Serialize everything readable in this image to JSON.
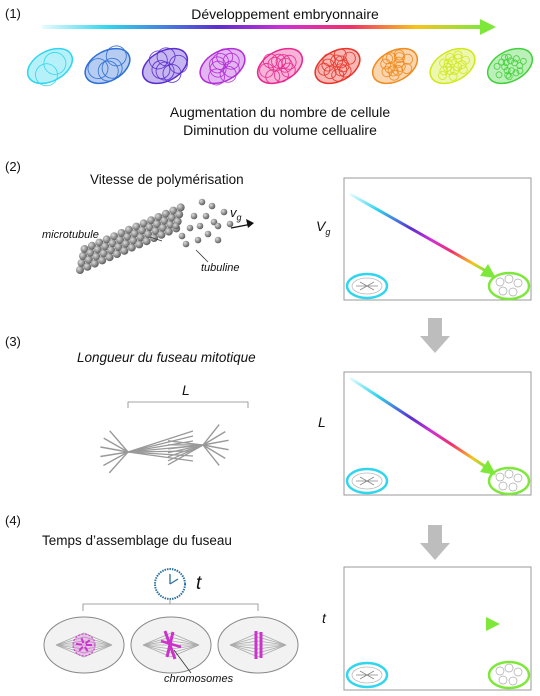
{
  "section1": {
    "number": "(1)",
    "arrow_label": "Développement embryonnaire",
    "caption_line1": "Augmentation du nombre de cellule",
    "caption_line2": "Diminution du volume cellualire",
    "embryo_colors": [
      "#2fd6ee",
      "#2e6fd6",
      "#5b2ed1",
      "#b22fd6",
      "#e8288f",
      "#e8352a",
      "#f28a1c",
      "#cfe81a",
      "#42d13a"
    ]
  },
  "section2": {
    "number": "(2)",
    "title": "Vitesse de polymérisation",
    "label_microtubule": "microtubule",
    "label_tubuline": "tubuline",
    "label_vg": "v",
    "label_vg_sub": "g",
    "graph_ylabel": "V",
    "graph_ylabel_sub": "g"
  },
  "section3": {
    "number": "(3)",
    "title": "Longueur du fuseau mitotique",
    "spindle_label": "L",
    "graph_ylabel": "L"
  },
  "section4": {
    "number": "(4)",
    "title": "Temps d’assemblage du fuseau",
    "clock_label": "t",
    "label_chromosomes": "chromosomes",
    "graph_ylabel": "t"
  },
  "colors": {
    "cyan": "#2fd6ee",
    "green": "#7ee83a",
    "magenta": "#cc33cc",
    "grey_arrow": "#bdbdbd"
  }
}
